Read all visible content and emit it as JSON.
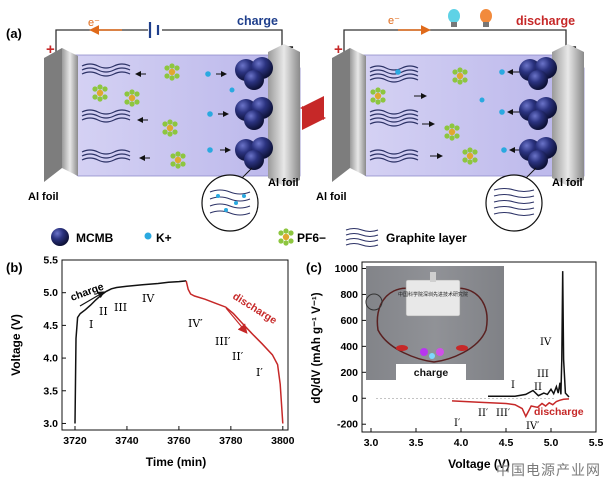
{
  "panel_a": {
    "label": "(a)",
    "charge_label": "charge",
    "discharge_label": "discharge",
    "electron": "e⁻",
    "plus": "+",
    "minus": "−",
    "al_foil": "Al foil",
    "legend": {
      "mcmb": "MCMB",
      "k": "K+",
      "pf6": "PF6−",
      "graphite": "Graphite layer"
    },
    "colors": {
      "cell_bg": "#c9c6ef",
      "mcmb": "#222a66",
      "pf6": "#8dc63f",
      "k_ion": "#2aa9e0",
      "graphite": "#3a3f6a",
      "arrow": "#d32f2f",
      "charge_text": "#1f3f8c",
      "discharge_text": "#c62828"
    }
  },
  "chart_data": [
    {
      "panel": "(b)",
      "type": "line",
      "xlabel": "Time (min)",
      "ylabel": "Voltage (V)",
      "xlim": [
        3715,
        3802
      ],
      "ylim": [
        2.9,
        5.5
      ],
      "xticks": [
        3720,
        3740,
        3760,
        3780,
        3800
      ],
      "yticks": [
        3.0,
        3.5,
        4.0,
        4.5,
        5.0,
        5.5
      ],
      "series": [
        {
          "name": "charge",
          "color": "#111111",
          "x": [
            3720,
            3720.4,
            3721,
            3722,
            3724,
            3726,
            3728,
            3730,
            3732,
            3734,
            3736,
            3740,
            3746,
            3752,
            3756,
            3760,
            3762.8
          ],
          "y": [
            3.0,
            4.3,
            4.62,
            4.68,
            4.74,
            4.81,
            4.89,
            4.96,
            5.02,
            5.06,
            5.08,
            5.1,
            5.12,
            5.14,
            5.16,
            5.17,
            5.18
          ]
        },
        {
          "name": "discharge",
          "color": "#c62828",
          "x": [
            3762.8,
            3763.6,
            3764.5,
            3766,
            3770,
            3774,
            3778,
            3781,
            3784,
            3788,
            3792,
            3796,
            3798,
            3799,
            3800
          ],
          "y": [
            5.18,
            5.05,
            4.98,
            4.95,
            4.9,
            4.84,
            4.78,
            4.68,
            4.55,
            4.38,
            4.22,
            4.05,
            3.9,
            3.6,
            3.0
          ]
        }
      ],
      "annotations": {
        "stages": [
          "I",
          "II",
          "III",
          "IV",
          "IV′",
          "III′",
          "II′",
          "I′"
        ],
        "charge": "charge",
        "discharge": "discharge"
      }
    },
    {
      "panel": "(c)",
      "type": "line",
      "xlabel": "Voltage (V)",
      "ylabel": "dQ/dV (mAh g⁻¹ V⁻¹)",
      "xlim": [
        2.9,
        5.5
      ],
      "ylim": [
        -260,
        1050
      ],
      "xticks": [
        3.0,
        3.5,
        4.0,
        4.5,
        5.0,
        5.5
      ],
      "yticks": [
        -200,
        0,
        200,
        400,
        600,
        800,
        1000
      ],
      "series": [
        {
          "name": "charge",
          "color": "#111111",
          "x": [
            4.3,
            4.6,
            4.72,
            4.8,
            4.86,
            4.92,
            4.96,
            5.0,
            5.03,
            5.06,
            5.08,
            5.1,
            5.11,
            5.12,
            5.13,
            5.14,
            5.16,
            5.2
          ],
          "y": [
            15,
            15,
            30,
            60,
            20,
            40,
            30,
            70,
            35,
            90,
            40,
            120,
            30,
            300,
            980,
            300,
            40,
            10
          ]
        },
        {
          "name": "discharge",
          "color": "#c62828",
          "x": [
            3.9,
            4.2,
            4.5,
            4.6,
            4.68,
            4.72,
            4.78,
            4.85,
            4.9,
            4.94,
            4.98,
            5.02,
            5.06,
            5.1,
            5.14,
            5.2
          ],
          "y": [
            -20,
            -30,
            -40,
            -50,
            -80,
            -140,
            -60,
            -70,
            -40,
            -60,
            -35,
            -50,
            -25,
            -15,
            -8,
            -5
          ]
        }
      ],
      "annotations": {
        "stages": [
          "I",
          "II",
          "III",
          "IV",
          "I′",
          "II′",
          "III′",
          "IV′"
        ],
        "discharge": "discharge",
        "inset_label": "charge",
        "inset_text": "中国科学院深圳先进技术研究院"
      }
    }
  ],
  "panel_b_label": "(b)",
  "panel_c_label": "(c)",
  "watermark": "中国电源产业网"
}
